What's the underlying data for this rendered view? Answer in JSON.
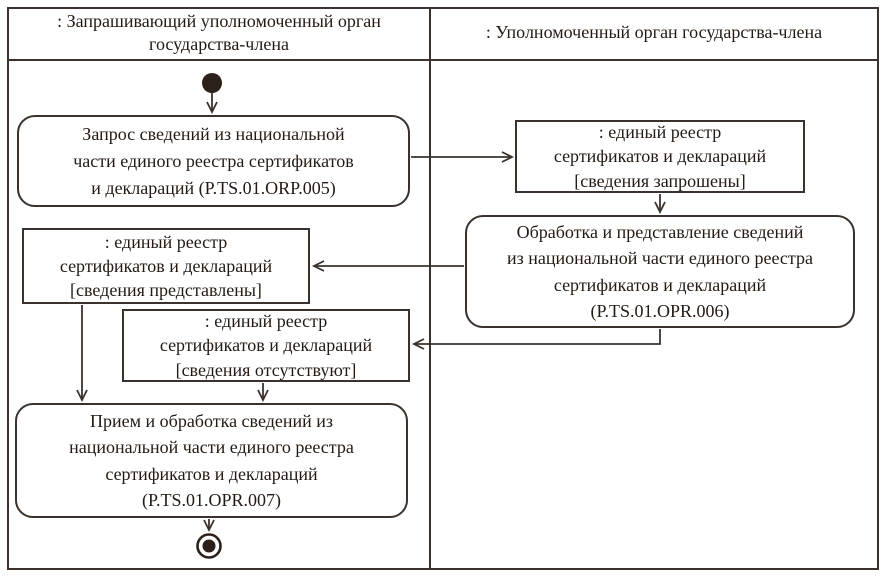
{
  "colors": {
    "line": "#3b322d",
    "text": "#241a13",
    "node_fill": "#2b201a",
    "background": "#ffffff"
  },
  "lanes": {
    "left": {
      "title_lines": [
        ": Запрашивающий уполномоченный орган",
        "государства-члена"
      ]
    },
    "right": {
      "title_lines": [
        ": Уполномоченный орган государства-члена"
      ]
    }
  },
  "nodes": {
    "request": {
      "type": "action",
      "lines": [
        "Запрос сведений из национальной",
        "части единого реестра сертификатов",
        "и деклараций (P.TS.01.ORP.005)"
      ]
    },
    "registry_requested": {
      "type": "object-state",
      "lines": [
        ": единый реестр",
        "сертификатов и деклараций",
        "[сведения запрошены]"
      ]
    },
    "process_and_provide": {
      "type": "action",
      "lines": [
        "Обработка и представление сведений",
        "из национальной части единого реестра",
        "сертификатов и деклараций",
        "(P.TS.01.OPR.006)"
      ]
    },
    "registry_provided": {
      "type": "object-state",
      "lines": [
        ": единый реестр",
        "сертификатов и деклараций",
        "[сведения представлены]"
      ]
    },
    "registry_missing": {
      "type": "object-state",
      "lines": [
        ": единый реестр",
        "сертификатов и деклараций",
        "[сведения отсутствуют]"
      ]
    },
    "receive_and_process": {
      "type": "action",
      "lines": [
        "Прием и обработка сведений из",
        "национальной части единого реестра",
        "сертификатов и деклараций",
        "(P.TS.01.OPR.007)"
      ]
    }
  }
}
